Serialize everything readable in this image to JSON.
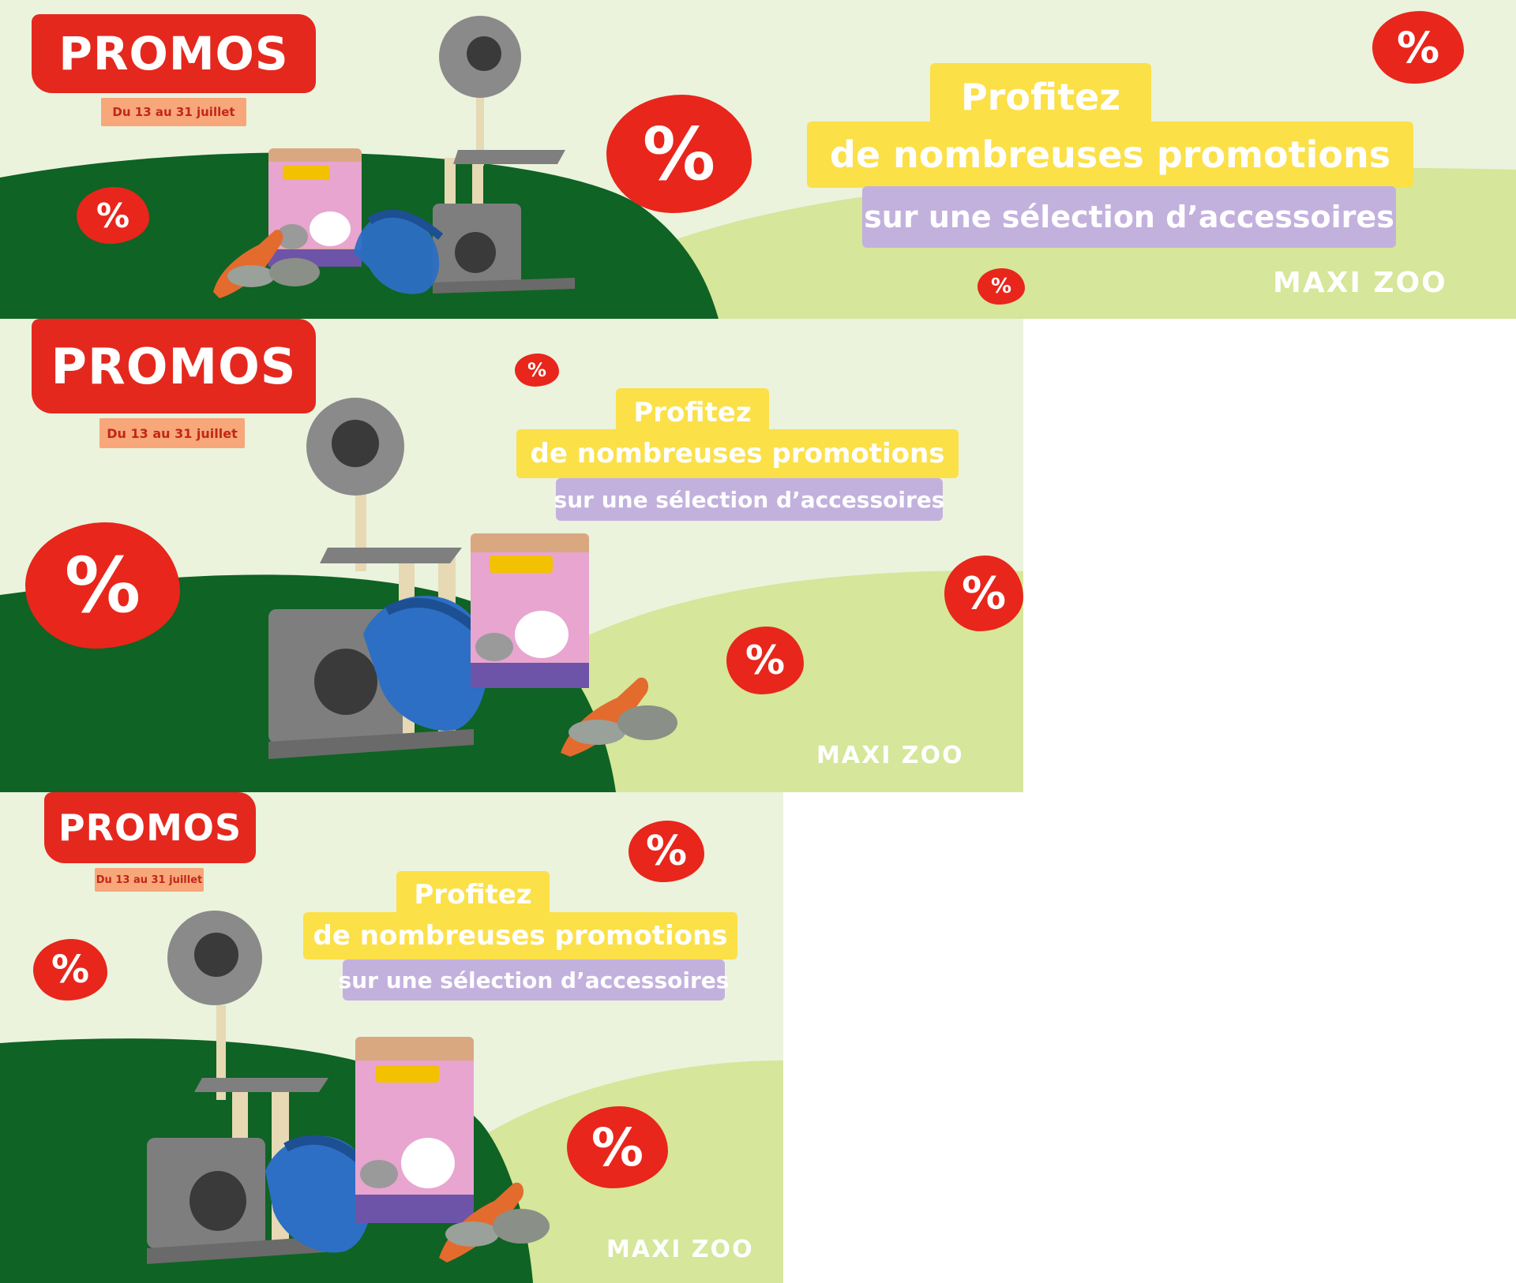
{
  "promo_label": "PROMOS",
  "date_range": "Du 13 au 31 juillet",
  "headline": {
    "line1": "Profitez",
    "line2": "de nombreuses promotions",
    "line3": "sur une sélection d’accessoires"
  },
  "percent_symbol": "%",
  "brand": "MAXI ZOO",
  "products": [
    "cat-tree",
    "litter-bag",
    "dog-harness",
    "duck-toy"
  ],
  "colors": {
    "red": "#e8261b",
    "dark_green": "#0f6324",
    "light_green": "#d6e69a",
    "background": "#ebf3dd",
    "yellow": "#fbe048",
    "purple": "#c3b1dd",
    "date_orange": "#f7a779"
  }
}
